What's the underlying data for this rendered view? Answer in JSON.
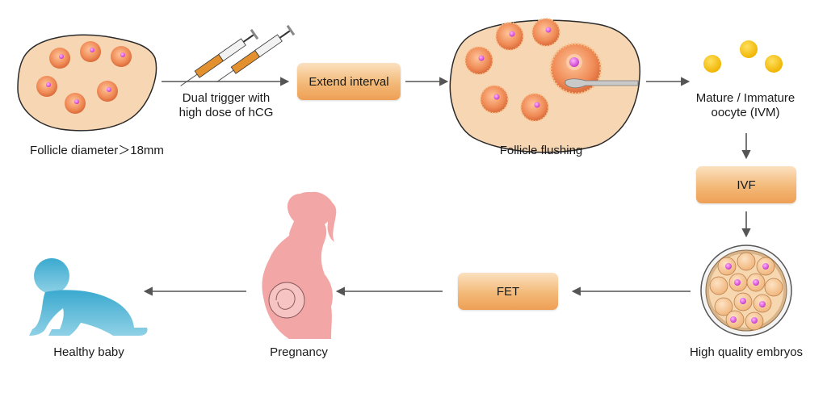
{
  "labels": {
    "follicle_diameter": "Follicle diameter＞18mm",
    "dual_trigger_line1": "Dual trigger with",
    "dual_trigger_line2": "high dose of hCG",
    "follicle_flushing": "Follicle flushing",
    "oocyte_line1": "Mature / Immature",
    "oocyte_line2": "oocyte (IVM)",
    "high_quality_embryos": "High quality embryos",
    "pregnancy": "Pregnancy",
    "healthy_baby": "Healthy baby"
  },
  "boxes": {
    "extend_interval": "Extend interval",
    "ivf": "IVF",
    "fet": "FET"
  },
  "colors": {
    "ovary": "#f7d6b4",
    "ovary_stroke": "#2a2a2a",
    "follicle": "#ee8452",
    "oocyte": "#d94fd9",
    "gold_oocyte": "#f6c215",
    "arrow": "#555555",
    "pregnant_silhouette": "#f2a6a6",
    "baby_silhouette": "#4db3d4",
    "box_fill": "#f3b978"
  },
  "icons": {
    "ovary_before": "ovary-icon",
    "syringes": "syringe-icon",
    "ovary_flushing": "ovary-flushing-icon",
    "oocytes": "oocyte-icon",
    "embryo": "embryo-icon",
    "pregnant_woman": "pregnant-woman-icon",
    "baby": "crawling-baby-icon"
  }
}
